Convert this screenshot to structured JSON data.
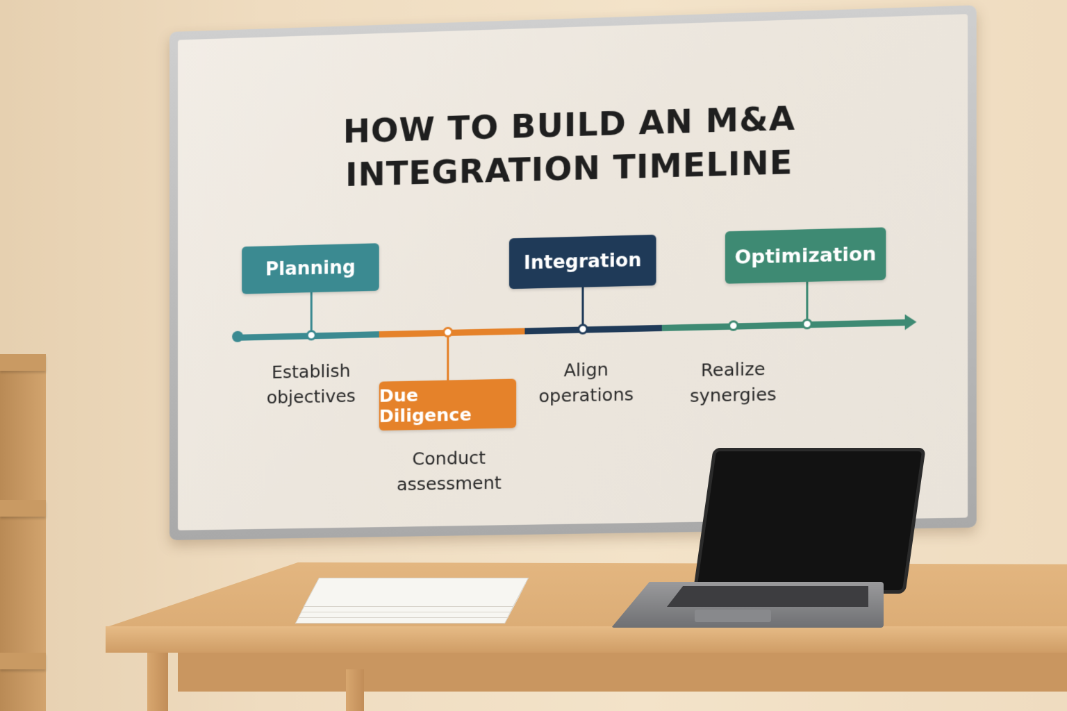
{
  "whiteboard": {
    "title_line1": "HOW TO BUILD AN M&A",
    "title_line2": "INTEGRATION TIMELINE"
  },
  "timeline": {
    "phases": [
      {
        "label": "Planning",
        "description": "Establish objectives",
        "color": "#3b8a91"
      },
      {
        "label": "Due Diligence",
        "description": "Conduct assessment",
        "color": "#e5822a"
      },
      {
        "label": "Integration",
        "description": "Align operations",
        "color": "#1f3a58"
      },
      {
        "label": "Optimization",
        "description": "Realize synergies",
        "color": "#3e8a73"
      }
    ]
  }
}
